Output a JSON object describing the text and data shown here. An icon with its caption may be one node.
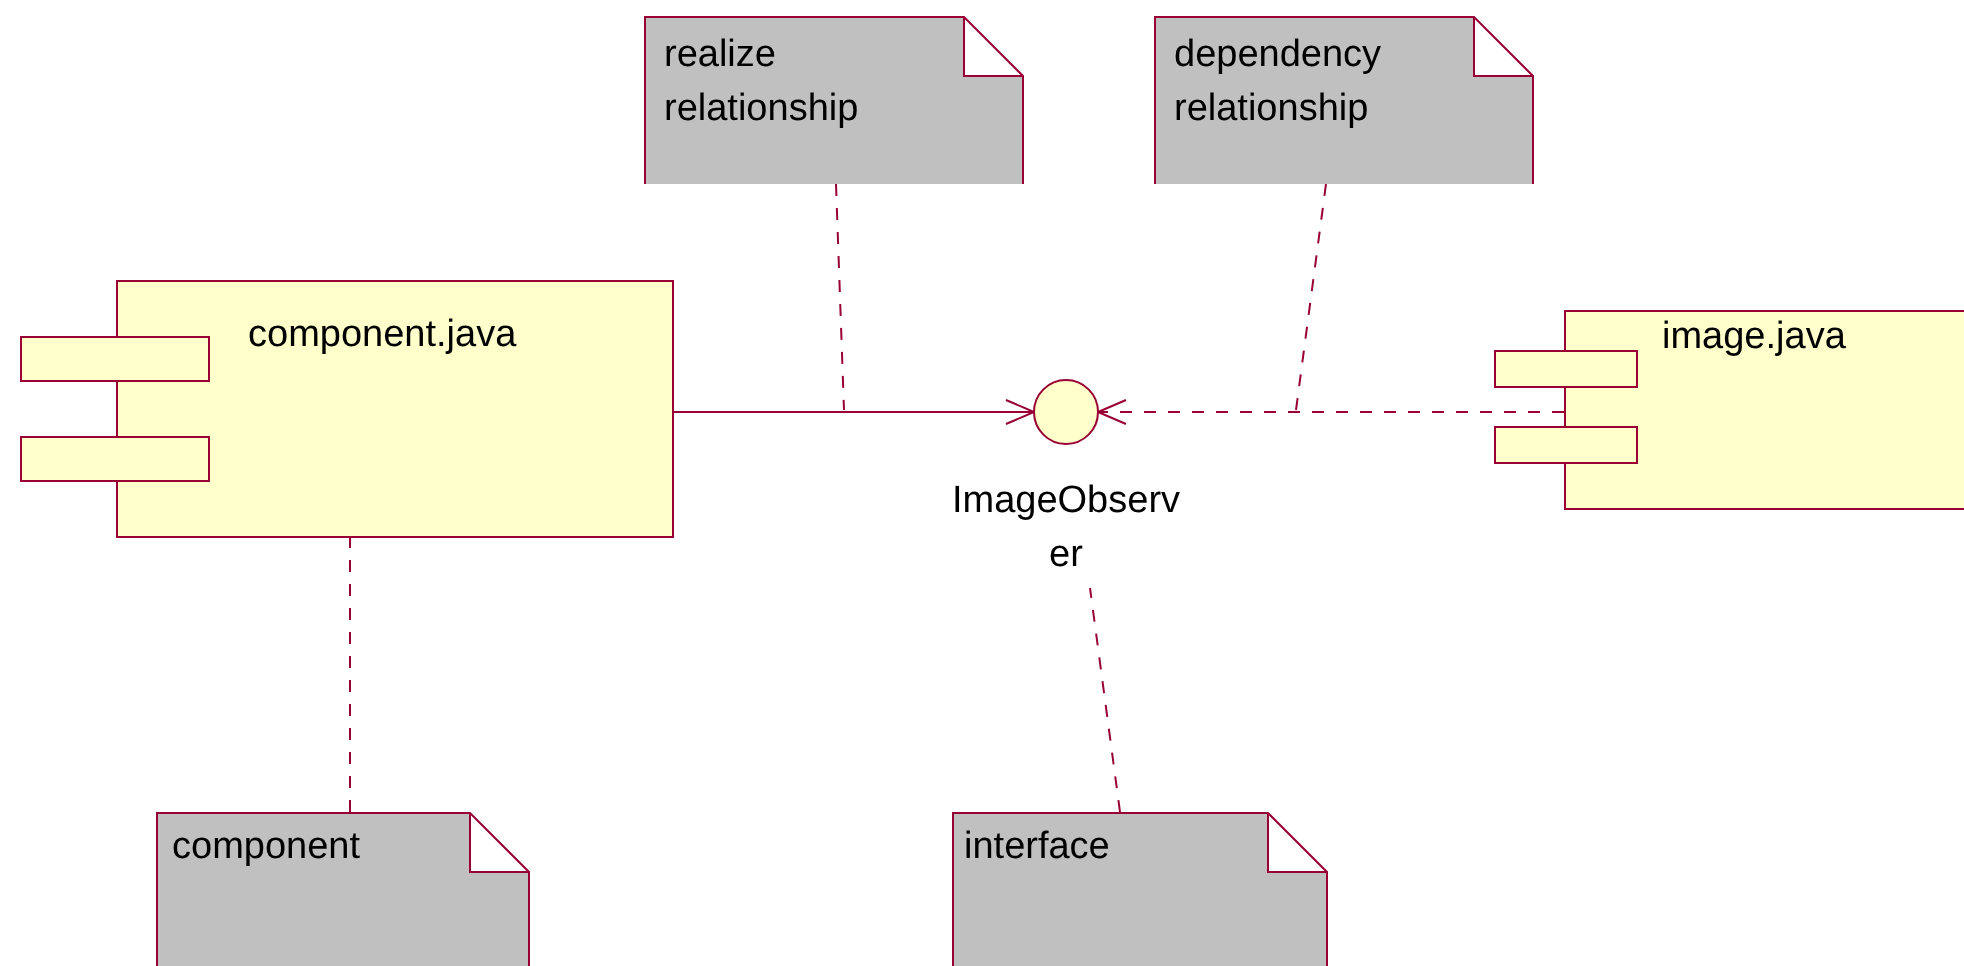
{
  "diagram": {
    "nodes": [
      {
        "text": [
          "realize relationship"
        ]
      },
      {
        "text": [
          "dependency relationship"
        ]
      },
      {
        "text": [
          "component.java"
        ]
      },
      {
        "text": [
          "ImageObserver"
        ]
      },
      {
        "text": [
          "image.java"
        ]
      },
      {
        "text": [
          "component"
        ]
      },
      {
        "text": [
          "interface"
        ]
      }
    ],
    "edges": [
      {
        "from": 2,
        "to": 3,
        "arrow": "to"
      },
      {
        "from": 4,
        "to": 3,
        "arrow": "to",
        "style": "dashed"
      },
      {
        "from": 0,
        "to": null,
        "arrow": "none",
        "style": "dashed"
      },
      {
        "from": 1,
        "to": null,
        "arrow": "none",
        "style": "dashed"
      },
      {
        "from": 5,
        "to": 2,
        "arrow": "none",
        "style": "dashed"
      },
      {
        "from": 6,
        "to": 3,
        "arrow": "none",
        "style": "dashed"
      }
    ]
  }
}
